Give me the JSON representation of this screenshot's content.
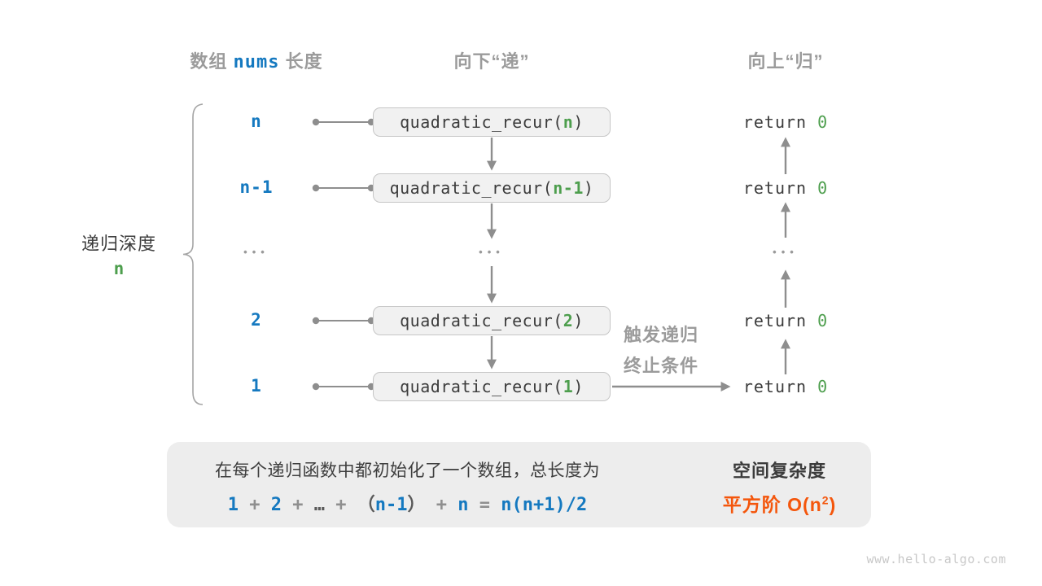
{
  "colors": {
    "blue": "#1579c0",
    "green": "#4d9e4d",
    "orange": "#f4560c",
    "header_gray": "#9b9b9b",
    "dark_text": "#3c3c3c",
    "arrow_gray": "#8e8e8e",
    "box_bg": "#f1f1f1",
    "box_border": "#c6c6c6",
    "panel_bg": "#ededed",
    "block_arrow": "#c8c8c8"
  },
  "headers": {
    "col1_part1": "数组 ",
    "col1_code": "nums",
    "col1_part2": " 长度",
    "col2": "向下“递”",
    "col3": "向上“归”"
  },
  "brace_label": {
    "line1": "递归深度",
    "line2": "n"
  },
  "rows": [
    {
      "length": "n",
      "call_prefix": "quadratic_recur(",
      "call_arg": "n",
      "call_suffix": ")",
      "ret_prefix": "return ",
      "ret_value": "0"
    },
    {
      "length": "n-1",
      "call_prefix": "quadratic_recur(",
      "call_arg": "n-1",
      "call_suffix": ")",
      "ret_prefix": "return ",
      "ret_value": "0"
    },
    {
      "dots_left": "•••",
      "dots_mid": "•••",
      "dots_right": "•••"
    },
    {
      "length": "2",
      "call_prefix": "quadratic_recur(",
      "call_arg": "2",
      "call_suffix": ")",
      "ret_prefix": "return ",
      "ret_value": "0"
    },
    {
      "length": "1",
      "call_prefix": "quadratic_recur(",
      "call_arg": "1",
      "call_suffix": ")",
      "ret_prefix": "return ",
      "ret_value": "0"
    }
  ],
  "annotation": {
    "line1": "触发递归",
    "line2": "终止条件"
  },
  "panel": {
    "line1": "在每个递归函数中都初始化了一个数组，总长度为",
    "formula": {
      "t0": "1",
      "t1": " + ",
      "t2": "2",
      "t3": " + ",
      "t4": "…",
      "t5": " + ",
      "t6": "（",
      "t7": "n-1",
      "t8": "）",
      "t9": " + ",
      "t10": "n",
      "t11": " = ",
      "t12": "n(n+1)/2"
    },
    "right_title": "空间复杂度",
    "right_value_prefix": "平方阶 O(n",
    "right_value_sup": "2",
    "right_value_suffix": ")"
  },
  "footer": "www.hello-algo.com"
}
